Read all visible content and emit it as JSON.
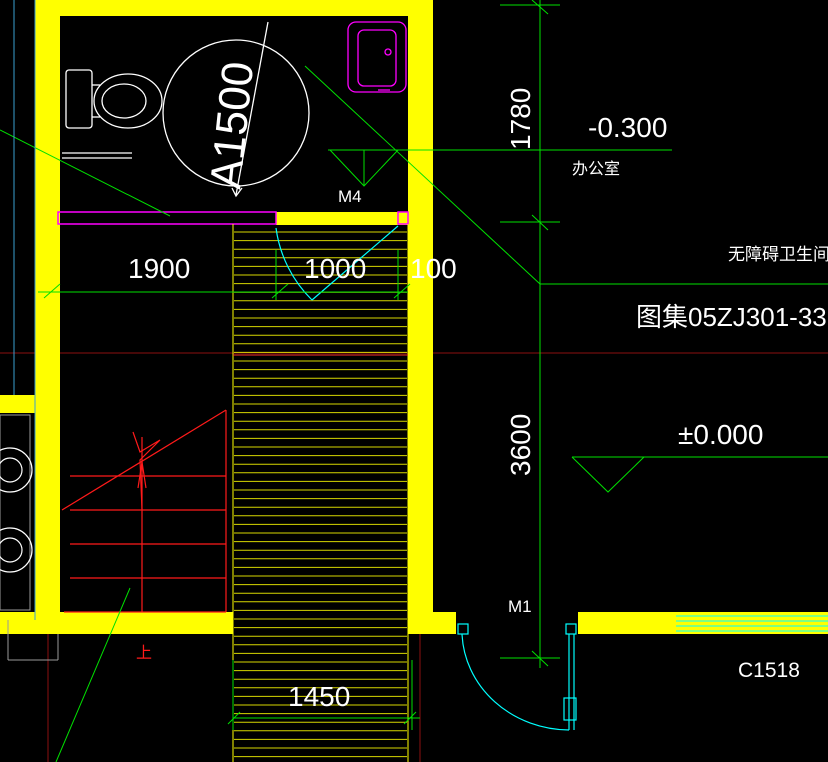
{
  "dimensions": {
    "d1900": "1900",
    "d1000": "1000",
    "d100": "100",
    "d1450": "1450",
    "d1780": "1780",
    "d3600": "3600"
  },
  "labels": {
    "circle": "A1500",
    "door_m4": "M4",
    "door_m1": "M1",
    "window": "C1518",
    "stair_up": "上",
    "office": "办公室",
    "note": "无障碍卫生间参照",
    "atlas": "图集05ZJ301-33"
  },
  "elevations": {
    "upper": "-0.300",
    "lower": "±0.000"
  },
  "colors": {
    "background": "#000000",
    "wall": "#ffff00",
    "dimension": "#00ff00",
    "stair": "#ff0000",
    "fixture": "#ff00ff",
    "door": "#00ffff",
    "axis": "#8b0000",
    "text": "#ffffff"
  }
}
